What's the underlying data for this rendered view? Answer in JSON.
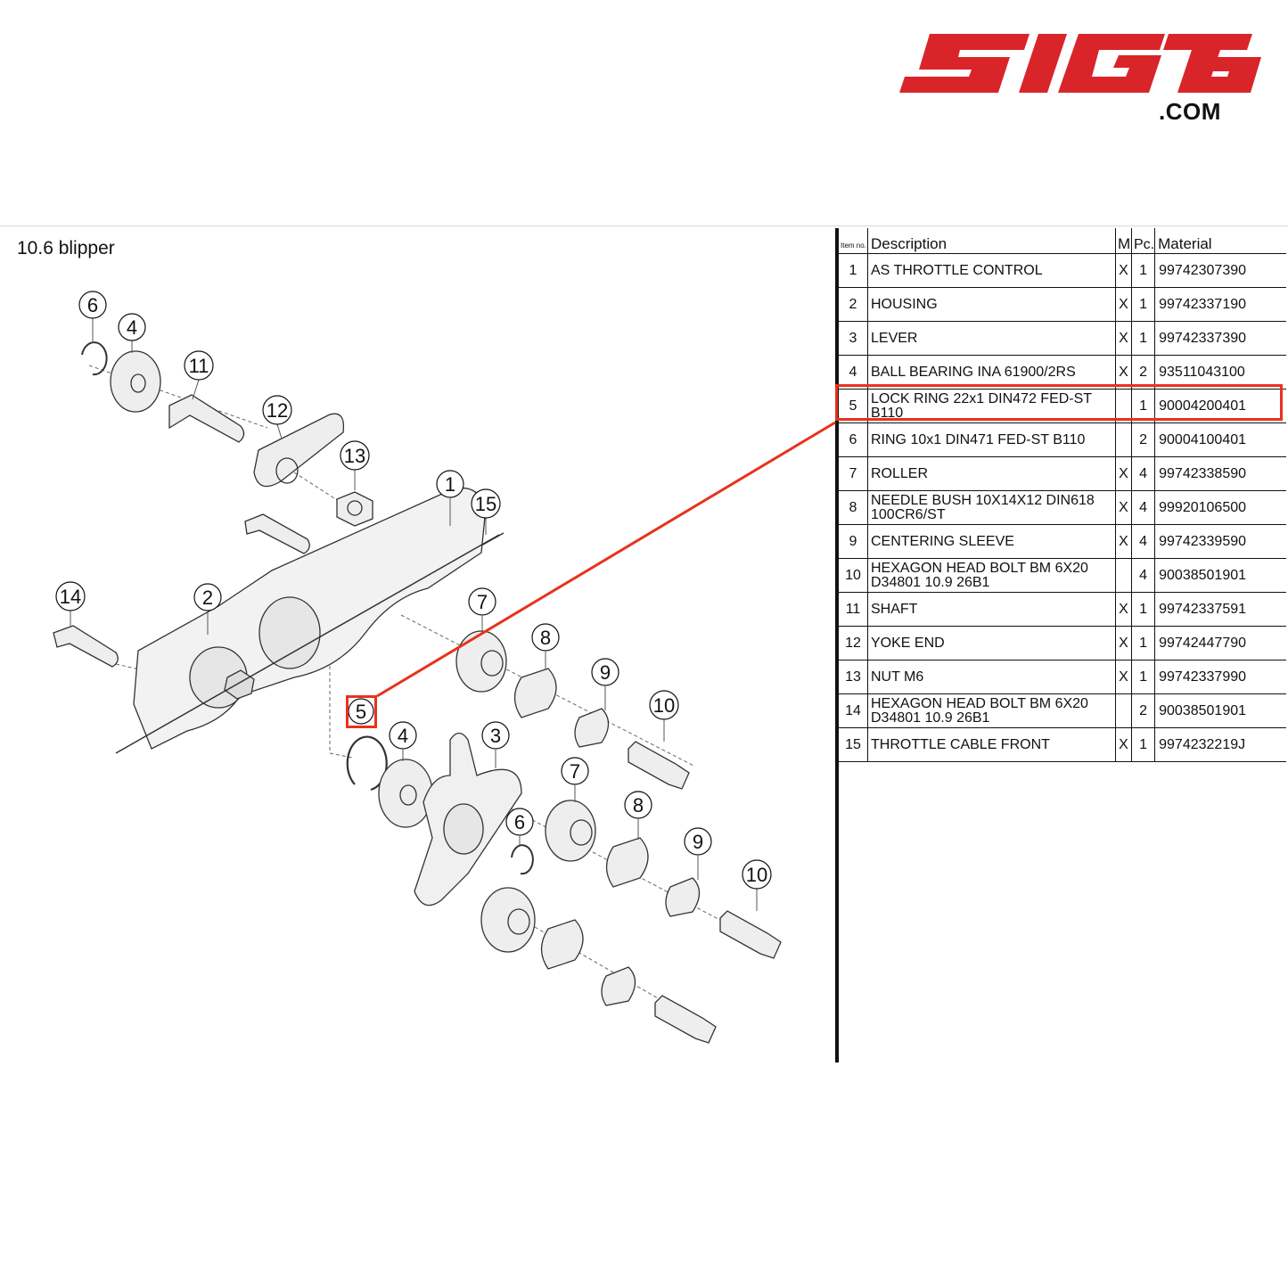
{
  "brand": {
    "logo_text": "SIGTB",
    "domain": ".COM",
    "color": "#d9252a"
  },
  "section_title": "10.6  blipper",
  "table": {
    "headers": {
      "item_no": "Item no.",
      "description": "Description",
      "m": "M",
      "pc": "Pc.",
      "material": "Material"
    },
    "rows": [
      {
        "no": "1",
        "desc": "AS THROTTLE CONTROL",
        "m": "X",
        "pc": "1",
        "material": "99742307390"
      },
      {
        "no": "2",
        "desc": "HOUSING",
        "m": "X",
        "pc": "1",
        "material": "99742337190"
      },
      {
        "no": "3",
        "desc": "LEVER",
        "m": "X",
        "pc": "1",
        "material": "99742337390"
      },
      {
        "no": "4",
        "desc": "BALL BEARING INA 61900/2RS",
        "m": "X",
        "pc": "2",
        "material": "93511043100"
      },
      {
        "no": "5",
        "desc": "LOCK RING 22x1 DIN472 FED-ST B110",
        "m": "",
        "pc": "1",
        "material": "90004200401"
      },
      {
        "no": "6",
        "desc": "RING 10x1 DIN471 FED-ST B110",
        "m": "",
        "pc": "2",
        "material": "90004100401"
      },
      {
        "no": "7",
        "desc": "ROLLER",
        "m": "X",
        "pc": "4",
        "material": "99742338590"
      },
      {
        "no": "8",
        "desc": "NEEDLE BUSH 10X14X12 DIN618 100CR6/ST",
        "m": "X",
        "pc": "4",
        "material": "99920106500"
      },
      {
        "no": "9",
        "desc": "CENTERING SLEEVE",
        "m": "X",
        "pc": "4",
        "material": "99742339590"
      },
      {
        "no": "10",
        "desc": "HEXAGON HEAD BOLT BM 6X20 D34801 10.9 26B1",
        "m": "",
        "pc": "4",
        "material": "90038501901"
      },
      {
        "no": "11",
        "desc": "SHAFT",
        "m": "X",
        "pc": "1",
        "material": "99742337591"
      },
      {
        "no": "12",
        "desc": "YOKE END",
        "m": "X",
        "pc": "1",
        "material": "99742447790"
      },
      {
        "no": "13",
        "desc": "NUT M6",
        "m": "X",
        "pc": "1",
        "material": "99742337990"
      },
      {
        "no": "14",
        "desc": "HEXAGON HEAD BOLT BM 6X20 D34801 10.9 26B1",
        "m": "",
        "pc": "2",
        "material": "90038501901"
      },
      {
        "no": "15",
        "desc": "THROTTLE CABLE FRONT",
        "m": "X",
        "pc": "1",
        "material": "9974232219J"
      }
    ]
  },
  "highlight": {
    "item": "5",
    "color": "#e8321e"
  },
  "callouts": [
    {
      "label": "6"
    },
    {
      "label": "4"
    },
    {
      "label": "11"
    },
    {
      "label": "12"
    },
    {
      "label": "13"
    },
    {
      "label": "1"
    },
    {
      "label": "15"
    },
    {
      "label": "14"
    },
    {
      "label": "2"
    },
    {
      "label": "7"
    },
    {
      "label": "8"
    },
    {
      "label": "9"
    },
    {
      "label": "10"
    },
    {
      "label": "5"
    },
    {
      "label": "4"
    },
    {
      "label": "3"
    },
    {
      "label": "7"
    },
    {
      "label": "6"
    },
    {
      "label": "8"
    },
    {
      "label": "9"
    },
    {
      "label": "10"
    }
  ]
}
